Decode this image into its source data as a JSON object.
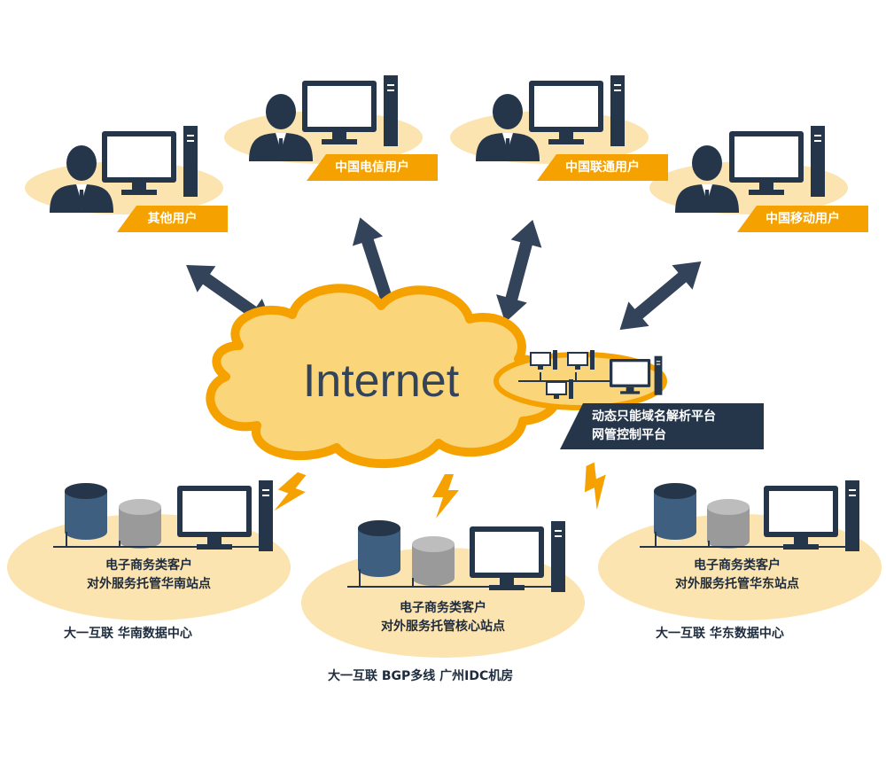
{
  "title": "",
  "users": [
    {
      "id": "other",
      "label": "其他用户"
    },
    {
      "id": "telecom",
      "label": "中国电信用户"
    },
    {
      "id": "unicom",
      "label": "中国联通用户"
    },
    {
      "id": "mobile",
      "label": "中国移动用户"
    }
  ],
  "cloud": {
    "label": "Internet"
  },
  "platform": {
    "line1": "动态只能域名解析平台",
    "line2": "网管控制平台"
  },
  "sites": [
    {
      "id": "south",
      "line1": "电子商务类客户",
      "line2": "对外服务托管华南站点",
      "caption": "大一互联  华南数据中心"
    },
    {
      "id": "core",
      "line1": "电子商务类客户",
      "line2": "对外服务托管核心站点",
      "caption": "大一互联  BGP多线  广州IDC机房"
    },
    {
      "id": "east",
      "line1": "电子商务类客户",
      "line2": "对外服务托管华东站点",
      "caption": "大一互联  华东数据中心"
    }
  ],
  "colors": {
    "accent": "#f5a200",
    "pad": "#fbe4b0",
    "dark": "#25364b",
    "cloud_fill": "#fbd57a",
    "cloud_stroke": "#f5a200"
  }
}
